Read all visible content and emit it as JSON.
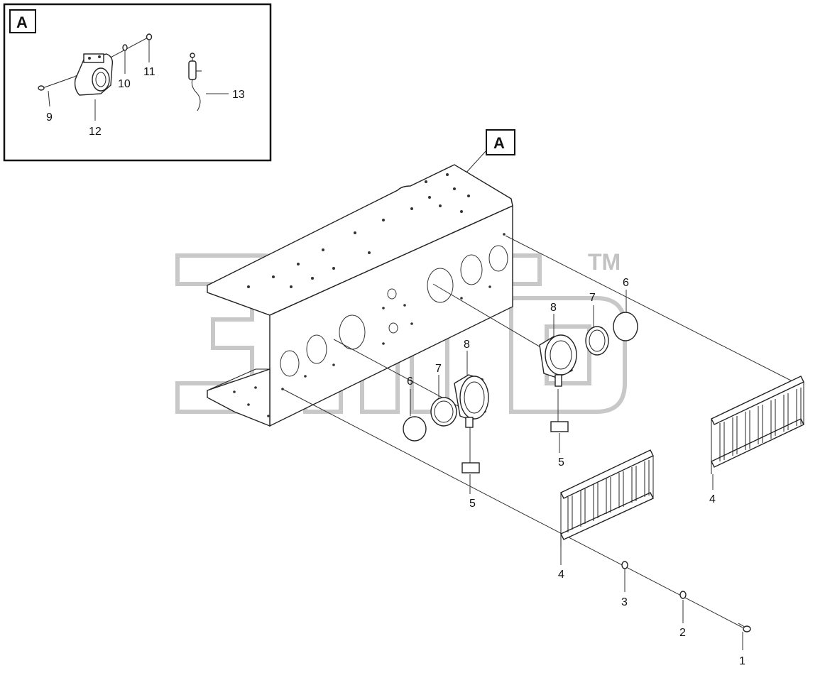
{
  "inset": {
    "letter": "A"
  },
  "callout": {
    "letter": "A"
  },
  "watermark": {
    "trademark": "TM"
  },
  "labels": {
    "n1": "1",
    "n2": "2",
    "n3": "3",
    "n4a": "4",
    "n4b": "4",
    "n5a": "5",
    "n5b": "5",
    "n6a": "6",
    "n6b": "6",
    "n7a": "7",
    "n7b": "7",
    "n8a": "8",
    "n8b": "8",
    "n9": "9",
    "n10": "10",
    "n11": "11",
    "n12": "12",
    "n13": "13"
  },
  "colors": {
    "line": "#222222",
    "watermark": "#9a9a9a",
    "background": "#ffffff"
  }
}
